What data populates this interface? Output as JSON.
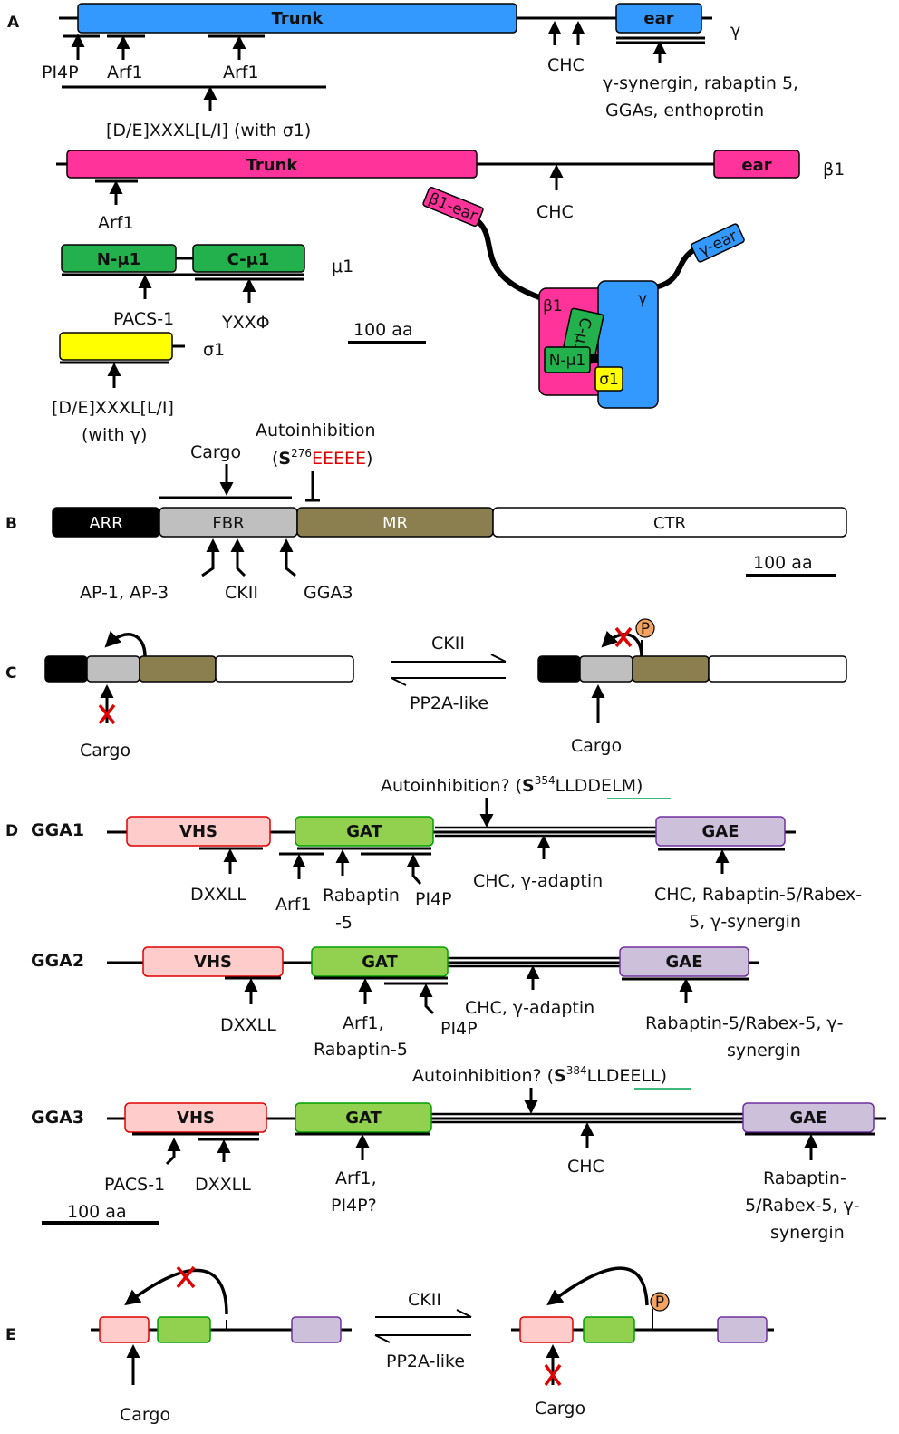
{
  "colors": {
    "gamma": "#3399ff",
    "beta1": "#ff3399",
    "mu1": "#22b14c",
    "sigma1": "#ffff00",
    "fbr": "#bfbfbf",
    "mr": "#8c7f4f",
    "arr": "#000000",
    "vhs": "#ffcccc",
    "vhs_border": "#e00000",
    "gat": "#92d050",
    "gat_border": "#00a000",
    "gae": "#ccc0da",
    "gae_border": "#7030a0",
    "cross": "#e00000",
    "phospho": "#f4a460",
    "underline": "#00a050"
  },
  "panels": {
    "a": "A",
    "b": "B",
    "c": "C",
    "d": "D",
    "e": "E"
  },
  "panel_a": {
    "gamma": {
      "trunk": "Trunk",
      "ear": "ear",
      "symbol": "γ",
      "pi4p": "PI4P",
      "arf1_a": "Arf1",
      "arf1_b": "Arf1",
      "chc": "CHC",
      "ear_binders_1": "γ-synergin, rabaptin 5,",
      "ear_binders_2": "GGAs, enthoprotin",
      "motif": "[D/E]XXXL[L/I] (with σ1)"
    },
    "beta1": {
      "trunk": "Trunk",
      "ear": "ear",
      "symbol": "β1",
      "arf1": "Arf1",
      "chc": "CHC"
    },
    "mu1": {
      "n": "N-μ1",
      "c": "C-μ1",
      "symbol": "μ1",
      "pacs": "PACS-1",
      "yxx": "YXXΦ"
    },
    "sigma1": {
      "symbol": "σ1",
      "motif_1": "[D/E]XXXL[L/I]",
      "motif_2": "(with γ)"
    },
    "scale": "100 aa",
    "complex": {
      "b1ear": "β1-ear",
      "gear": "γ-ear",
      "b1": "β1",
      "g": "γ",
      "cmu": "C-μ1",
      "nmu": "N-μ1",
      "s1": "σ1"
    }
  },
  "panel_b": {
    "autoinhibition": "Autoinhibition",
    "site_open": "(",
    "site_residue": "S",
    "site_number": "276",
    "site_acidic": "EEEEE",
    "site_close": ")",
    "cargo": "Cargo",
    "arr": "ARR",
    "fbr": "FBR",
    "mr": "MR",
    "ctr": "CTR",
    "ap": "AP-1, AP-3",
    "ckii": "CKII",
    "gga3": "GGA3",
    "scale": "100 aa"
  },
  "panel_c": {
    "ckii": "CKII",
    "pp2a": "PP2A-like",
    "cargo_left": "Cargo",
    "cargo_right": "Cargo",
    "phospho": "P"
  },
  "panel_d": {
    "gga1": {
      "name": "GGA1",
      "auto_prefix": "Autoinhibition? (",
      "auto_res": "S",
      "auto_num": "354",
      "auto_seq_a": "LL",
      "auto_seq_b": "DDELM",
      "auto_close": ")",
      "vhs": "VHS",
      "gat": "GAT",
      "gae": "GAE",
      "dxxll": "DXXLL",
      "arf1": "Arf1",
      "rab_1": "Rabaptin",
      "rab_2": "-5",
      "pi4p": "PI4P",
      "chc": "CHC, γ-adaptin",
      "gae_1": "CHC, Rabaptin-5/Rabex-",
      "gae_2": "5, γ-synergin"
    },
    "gga2": {
      "name": "GGA2",
      "vhs": "VHS",
      "gat": "GAT",
      "gae": "GAE",
      "dxxll": "DXXLL",
      "arf_1": "Arf1,",
      "arf_2": "Rabaptin-5",
      "pi4p": "PI4P",
      "chc": "CHC, γ-adaptin",
      "gae_1": "Rabaptin-5/Rabex-5, γ-",
      "gae_2": "synergin"
    },
    "gga3": {
      "name": "GGA3",
      "auto_prefix": "Autoinhibition? (",
      "auto_res": "S",
      "auto_num": "384",
      "auto_seq_a": "LL",
      "auto_seq_b": "DEELL",
      "auto_close": ")",
      "vhs": "VHS",
      "gat": "GAT",
      "gae": "GAE",
      "pacs": "PACS-1",
      "dxxll": "DXXLL",
      "arf_1": "Arf1,",
      "arf_2": "PI4P?",
      "chc": "CHC",
      "gae_1": "Rabaptin-",
      "gae_2": "5/Rabex-5, γ-",
      "gae_3": "synergin"
    },
    "scale": "100 aa"
  },
  "panel_e": {
    "ckii": "CKII",
    "pp2a": "PP2A-like",
    "cargo_left": "Cargo",
    "cargo_right": "Cargo",
    "phospho": "P"
  }
}
